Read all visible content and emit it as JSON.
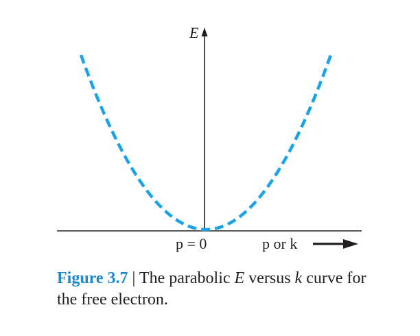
{
  "diagram": {
    "y_axis_label": "E",
    "origin_label": "p = 0",
    "x_axis_label": "p or k",
    "curve_color": "#1aa3e8"
  },
  "caption": {
    "figure_number": "Figure 3.7",
    "separator": "|",
    "text_part1": " The parabolic ",
    "var_e": "E",
    "text_part2": " versus ",
    "var_k": "k",
    "text_part3": " curve for the free electron."
  }
}
